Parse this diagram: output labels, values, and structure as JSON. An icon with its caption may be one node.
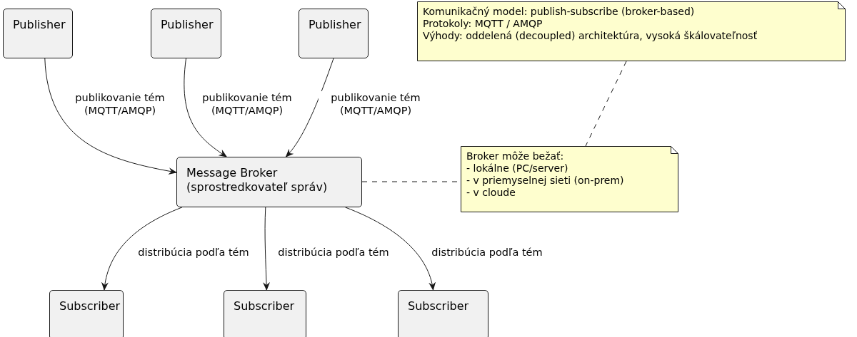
{
  "diagram": {
    "nodes": [
      {
        "text": [
          "Publisher"
        ]
      },
      {
        "text": [
          "Publisher"
        ]
      },
      {
        "text": [
          "Publisher"
        ]
      },
      {
        "text": [
          "Message Broker (sprostredkovateľ správ)"
        ]
      },
      {
        "text": [
          "Subscriber"
        ]
      },
      {
        "text": [
          "Subscriber"
        ]
      },
      {
        "text": [
          "Subscriber"
        ]
      },
      {
        "text": [
          "Komunikačný model: publish-subscribe (broker-based)",
          "Protokoly: MQTT / AMQP",
          "Výhody: oddelená (decoupled) architektúra, vysoká škálovateľnosť"
        ]
      },
      {
        "text": [
          "Broker môže bežať:",
          "- lokálne (PC/server)",
          "- v priemyselnej sieti (on-prem)",
          "- v cloude"
        ]
      }
    ],
    "edges": [
      {
        "from": 0,
        "to": 3,
        "arrow": "to",
        "label": "publikovanie tém (MQTT/AMQP)"
      },
      {
        "from": 1,
        "to": 3,
        "arrow": "to",
        "label": "publikovanie tém (MQTT/AMQP)"
      },
      {
        "from": 2,
        "to": 3,
        "arrow": "to",
        "label": "publikovanie tém (MQTT/AMQP)"
      },
      {
        "from": 3,
        "to": 4,
        "arrow": "to",
        "label": "distribúcia podľa tém"
      },
      {
        "from": 3,
        "to": 5,
        "arrow": "to",
        "label": "distribúcia podľa tém"
      },
      {
        "from": 3,
        "to": 6,
        "arrow": "to",
        "label": "distribúcia podľa tém"
      },
      {
        "from": 3,
        "to": 8,
        "arrow": "none",
        "style": "dashed"
      },
      {
        "from": 7,
        "to": 8,
        "arrow": "none",
        "style": "dashed"
      }
    ]
  }
}
